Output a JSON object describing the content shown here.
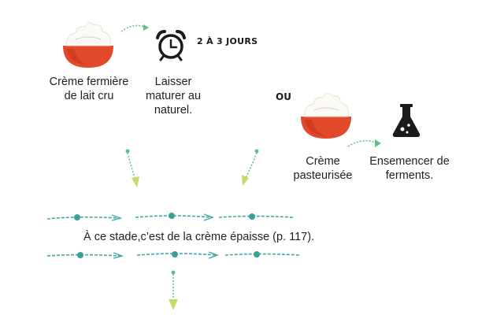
{
  "steps": {
    "raw_cream": {
      "label_line1": "Crème fermière",
      "label_line2": "de lait cru",
      "icon": "cream-bowl-icon"
    },
    "mature": {
      "label_line1": "Laisser",
      "label_line2": "maturer au",
      "label_line3": "naturel.",
      "icon": "alarm-clock-icon",
      "duration": "2 À 3 JOURS"
    },
    "or_separator": "OU",
    "pasteurized_cream": {
      "label_line1": "Crème",
      "label_line2": "pasteurisée",
      "icon": "cream-bowl-icon"
    },
    "ferments": {
      "label_line1": "Ensemencer de",
      "label_line2": "ferments.",
      "icon": "lab-flask-icon"
    }
  },
  "result": {
    "text": "À ce stade,c’est de la crème épaisse (p. 117)."
  },
  "colors": {
    "bowl": "#e2492a",
    "bowl_dark": "#c8361c",
    "cream": "#fbfaf5",
    "arrow": "#5fbf85",
    "arrow_yellow": "#c8d86a",
    "line": "#3fa9a6",
    "dot": "#3a9e9b",
    "icon": "#1a1a1a"
  }
}
